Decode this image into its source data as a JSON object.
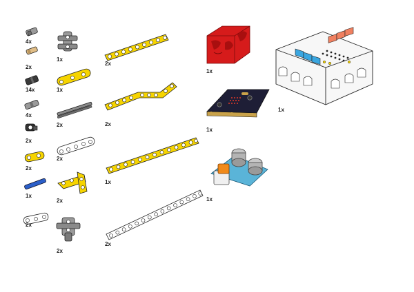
{
  "parts": [
    {
      "id": "pin-gray-short",
      "qty": "4x",
      "color": "#8a8a8a"
    },
    {
      "id": "pin-tan",
      "qty": "2x",
      "color": "#d9b178"
    },
    {
      "id": "pin-black",
      "qty": "14x",
      "color": "#333333"
    },
    {
      "id": "pin-gray-long",
      "qty": "4x",
      "color": "#8a8a8a"
    },
    {
      "id": "pin-black-angled",
      "qty": "2x",
      "color": "#333333"
    },
    {
      "id": "beam-yellow-2",
      "qty": "2x",
      "color": "#f6d400"
    },
    {
      "id": "axle-blue",
      "qty": "1x",
      "color": "#2456b8"
    },
    {
      "id": "beam-white-3",
      "qty": "2x",
      "color": "#ffffff"
    },
    {
      "id": "connector-gray-cross",
      "qty": "1x",
      "color": "#9a9a9a"
    },
    {
      "id": "beam-yellow-3",
      "qty": "1x",
      "color": "#f6d400"
    },
    {
      "id": "axle-gray",
      "qty": "2x",
      "color": "#8a8a8a"
    },
    {
      "id": "beam-white-5",
      "qty": "2x",
      "color": "#ffffff"
    },
    {
      "id": "beam-yellow-l",
      "qty": "2x",
      "color": "#f6d400"
    },
    {
      "id": "connector-gray-hub",
      "qty": "2x",
      "color": "#9a9a9a"
    },
    {
      "id": "beam-yellow-9",
      "qty": "2x",
      "color": "#f6d400"
    },
    {
      "id": "beam-yellow-bent",
      "qty": "2x",
      "color": "#f6d400"
    },
    {
      "id": "beam-yellow-13",
      "qty": "1x",
      "color": "#f6d400"
    },
    {
      "id": "beam-white-15",
      "qty": "2x",
      "color": "#ffffff"
    },
    {
      "id": "crash-sensor-red",
      "qty": "1x",
      "color": "#d61b1b"
    },
    {
      "id": "microbit-board",
      "qty": "1x",
      "color": "#1e1e3a"
    },
    {
      "id": "ultrasonic-sensor",
      "qty": "1x",
      "color": "#5ab4d8"
    },
    {
      "id": "expansion-box",
      "qty": "1x",
      "color": "#f5f5f5"
    }
  ],
  "colors": {
    "outline": "#222222",
    "yellow": "#f6d400",
    "white": "#ffffff",
    "gray": "#8a8a8a",
    "dark": "#333333"
  }
}
